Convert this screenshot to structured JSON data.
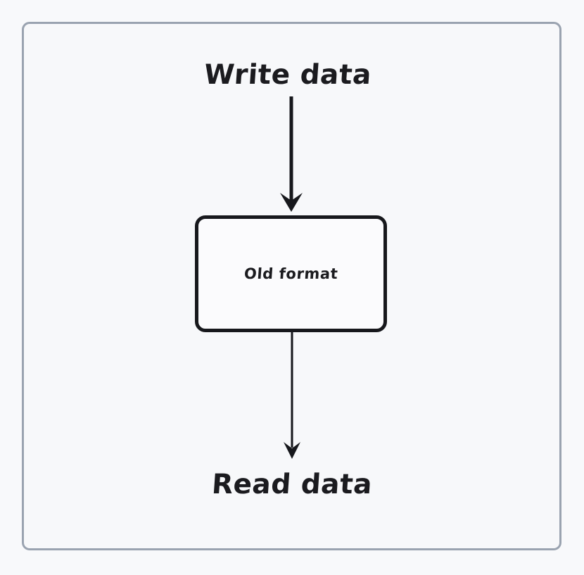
{
  "diagram": {
    "type": "flowchart",
    "orientation": "vertical",
    "title": "",
    "frame": {
      "border_color": "#9aa3b0",
      "background_color": "#f7f8fa"
    },
    "canvas_background_color": "#f8f9fb",
    "ink_color": "#17181c",
    "nodes": [
      {
        "id": "write-data",
        "kind": "text-label",
        "label": "Write data"
      },
      {
        "id": "old-format",
        "kind": "process-box",
        "label": "Old format"
      },
      {
        "id": "read-data",
        "kind": "text-label",
        "label": "Read data"
      }
    ],
    "edges": [
      {
        "id": "write-to-box",
        "from": "write-data",
        "to": "old-format",
        "style": "solid-arrow-down",
        "stroke_width": 5,
        "label": ""
      },
      {
        "id": "box-to-read",
        "from": "old-format",
        "to": "read-data",
        "style": "solid-arrow-down",
        "stroke_width": 3,
        "label": ""
      }
    ]
  }
}
